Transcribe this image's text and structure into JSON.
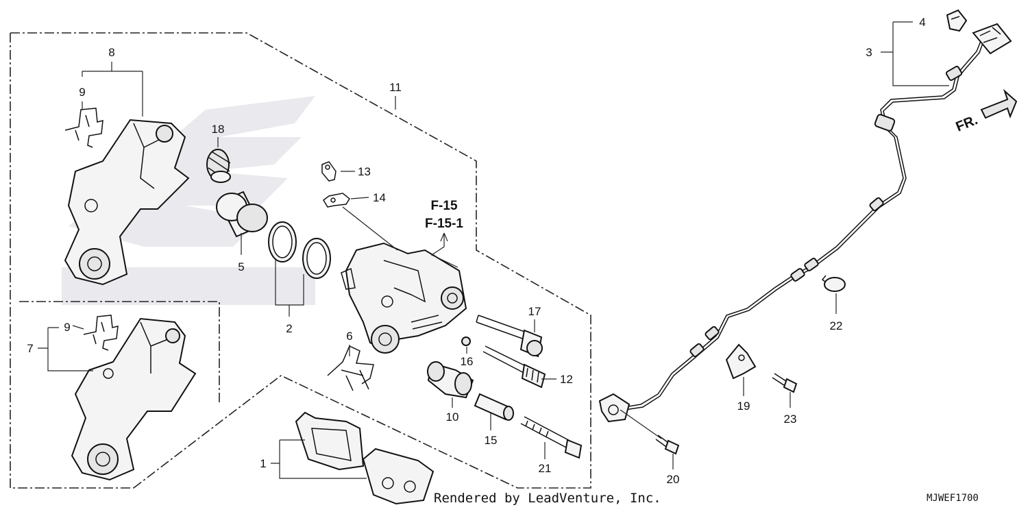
{
  "callouts": {
    "c1": "1",
    "c2": "2",
    "c3": "3",
    "c4": "4",
    "c5": "5",
    "c6": "6",
    "c7": "7",
    "c8": "8",
    "c9a": "9",
    "c9b": "9",
    "c10": "10",
    "c11": "11",
    "c12": "12",
    "c13": "13",
    "c14": "14",
    "c15": "15",
    "c16": "16",
    "c17": "17",
    "c18": "18",
    "c19": "19",
    "c20": "20",
    "c21": "21",
    "c22": "22",
    "c23": "23"
  },
  "references": {
    "ref1": "F-15",
    "ref2": "F-15-1"
  },
  "direction_label": "FR.",
  "credit": "Rendered by LeadVenture, Inc.",
  "diagram_code": "MJWEF1700"
}
